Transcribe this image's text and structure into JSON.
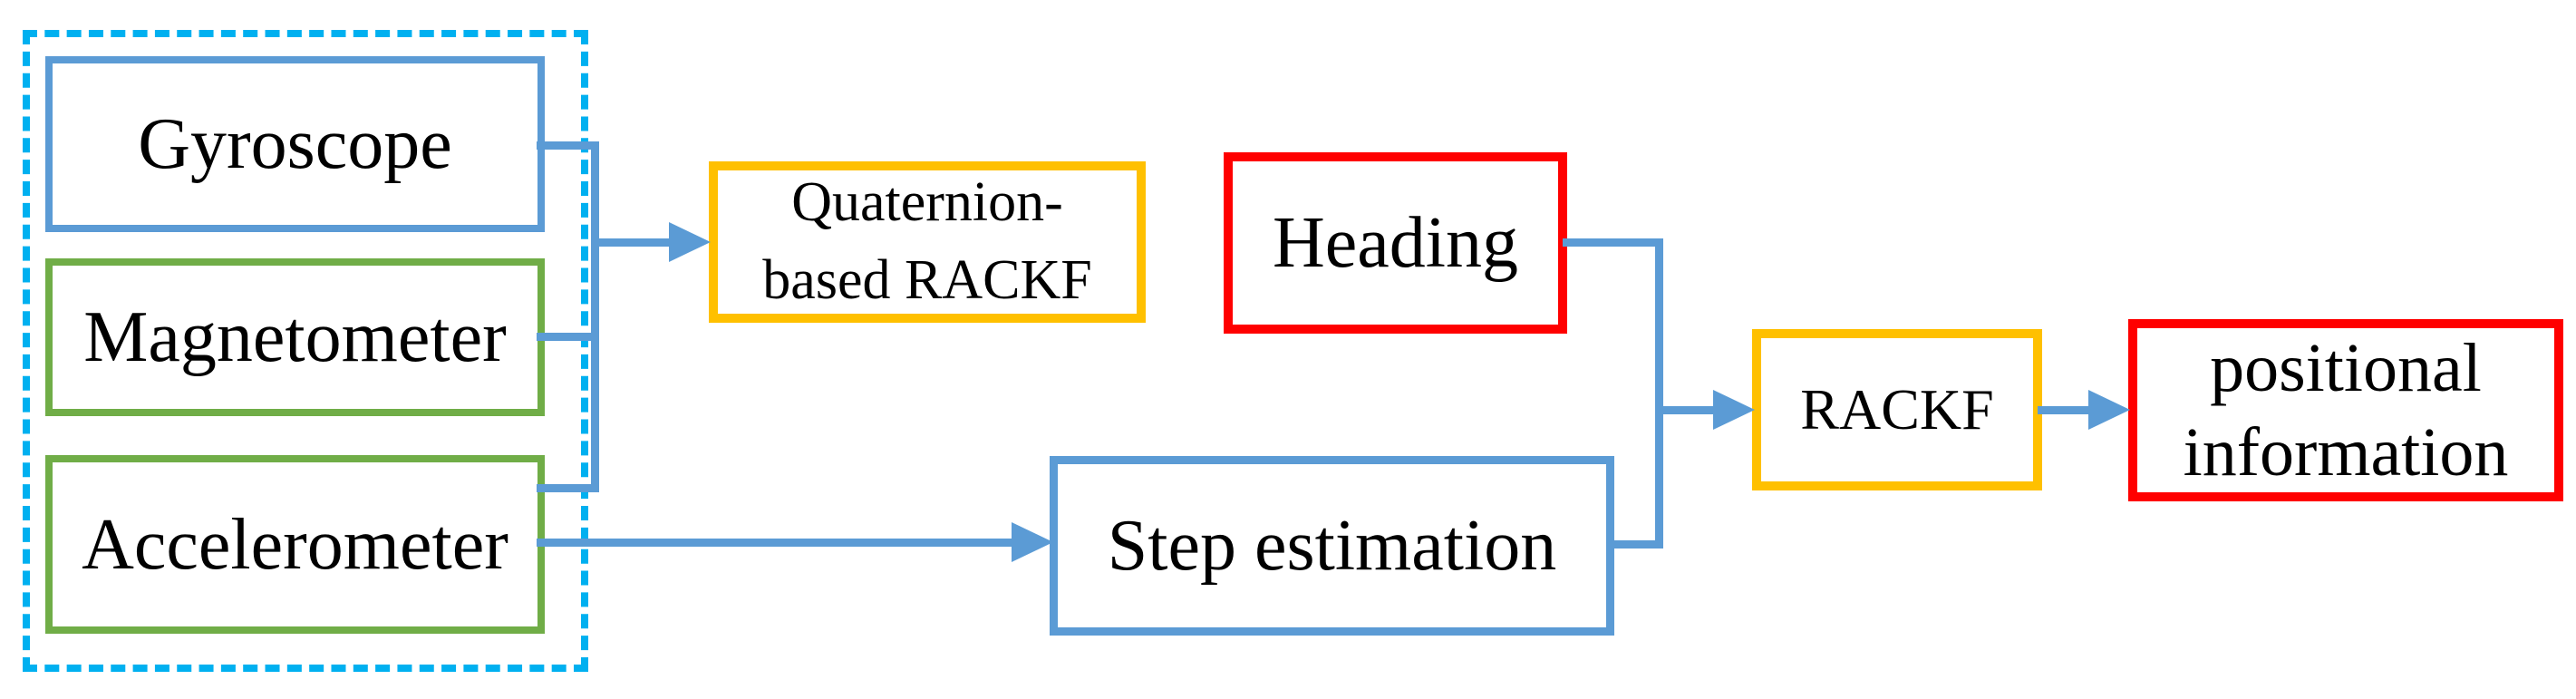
{
  "colors": {
    "connector_blue": "#5B9BD5",
    "sensor_green": "#70AD47",
    "filter_gold": "#FFC000",
    "result_red": "#FF0000",
    "group_cyan": "#00B0F0",
    "text_black": "#000000",
    "background": "#FFFFFF"
  },
  "nodes": {
    "gyroscope": {
      "label": "Gyroscope",
      "border_color": "#5B9BD5"
    },
    "magnetometer": {
      "label": "Magnetometer",
      "border_color": "#70AD47"
    },
    "accelerometer": {
      "label": "Accelerometer",
      "border_color": "#70AD47"
    },
    "quaternion": {
      "label": "Quaternion-\nbased RACKF",
      "border_color": "#FFC000"
    },
    "heading": {
      "label": "Heading",
      "border_color": "#FF0000"
    },
    "step": {
      "label": "Step estimation",
      "border_color": "#5B9BD5"
    },
    "rackf": {
      "label": "RACKF",
      "border_color": "#FFC000"
    },
    "positional": {
      "label": "positional\ninformation",
      "border_color": "#FF0000"
    }
  },
  "groups": {
    "sensor_group": {
      "style": "dashed",
      "border_color": "#00B0F0",
      "contains": [
        "gyroscope",
        "magnetometer",
        "accelerometer"
      ]
    }
  },
  "edges": [
    {
      "from": "gyroscope",
      "to": "quaternion"
    },
    {
      "from": "magnetometer",
      "to": "quaternion"
    },
    {
      "from": "accelerometer",
      "to": "quaternion"
    },
    {
      "from": "quaternion",
      "to": "heading"
    },
    {
      "from": "accelerometer",
      "to": "step"
    },
    {
      "from": "heading",
      "to": "rackf"
    },
    {
      "from": "step",
      "to": "rackf"
    },
    {
      "from": "rackf",
      "to": "positional"
    }
  ]
}
